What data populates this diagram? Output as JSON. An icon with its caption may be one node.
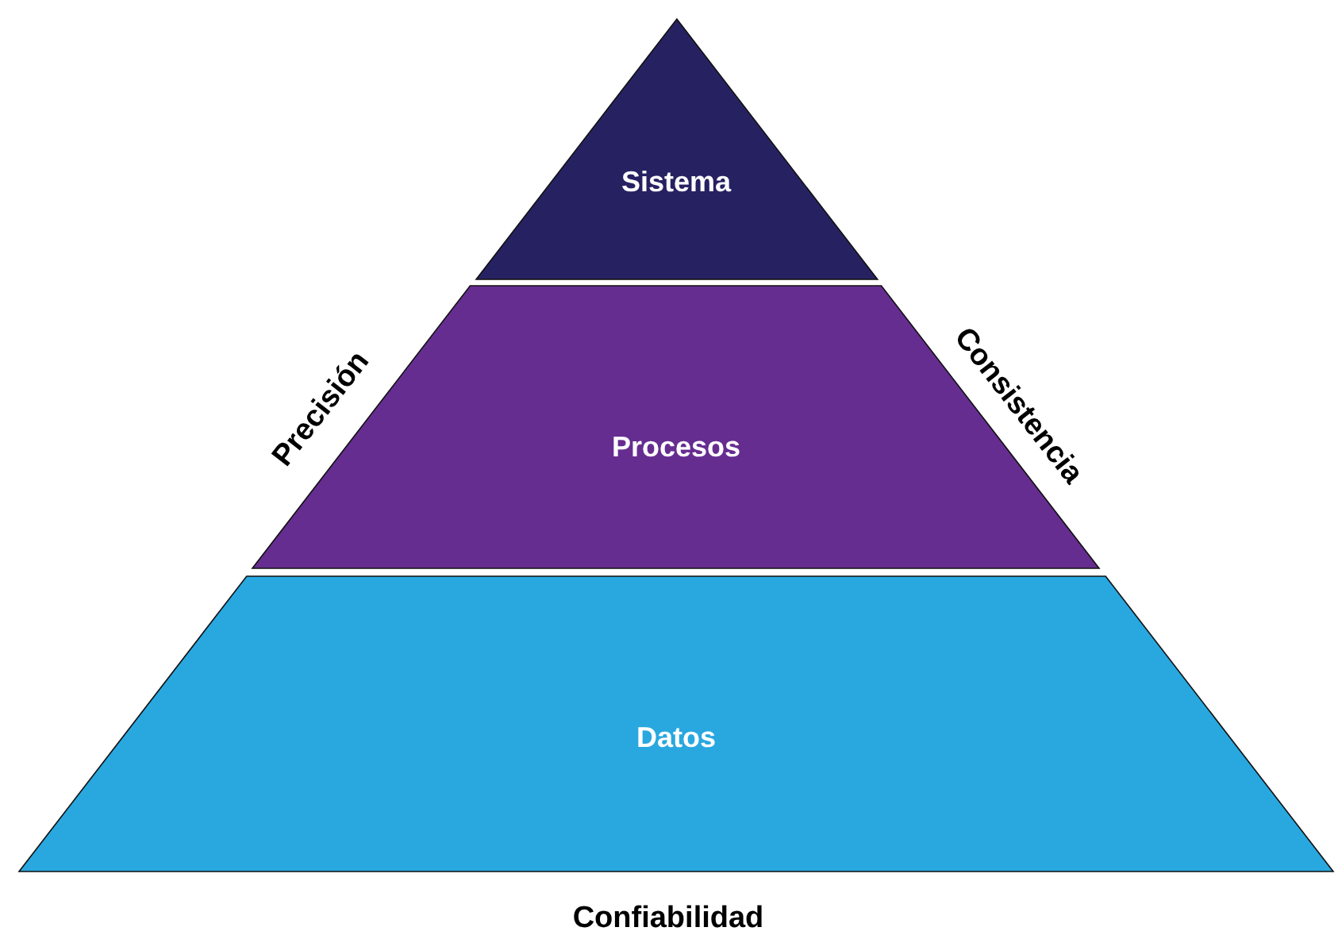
{
  "diagram": {
    "nodes": [
      {
        "text": [
          "Sistema"
        ]
      },
      {
        "text": [
          "Procesos"
        ]
      },
      {
        "text": [
          "Datos"
        ]
      }
    ],
    "labels": [
      "Precisión",
      "Consistencia",
      "Confiabilidad"
    ]
  }
}
